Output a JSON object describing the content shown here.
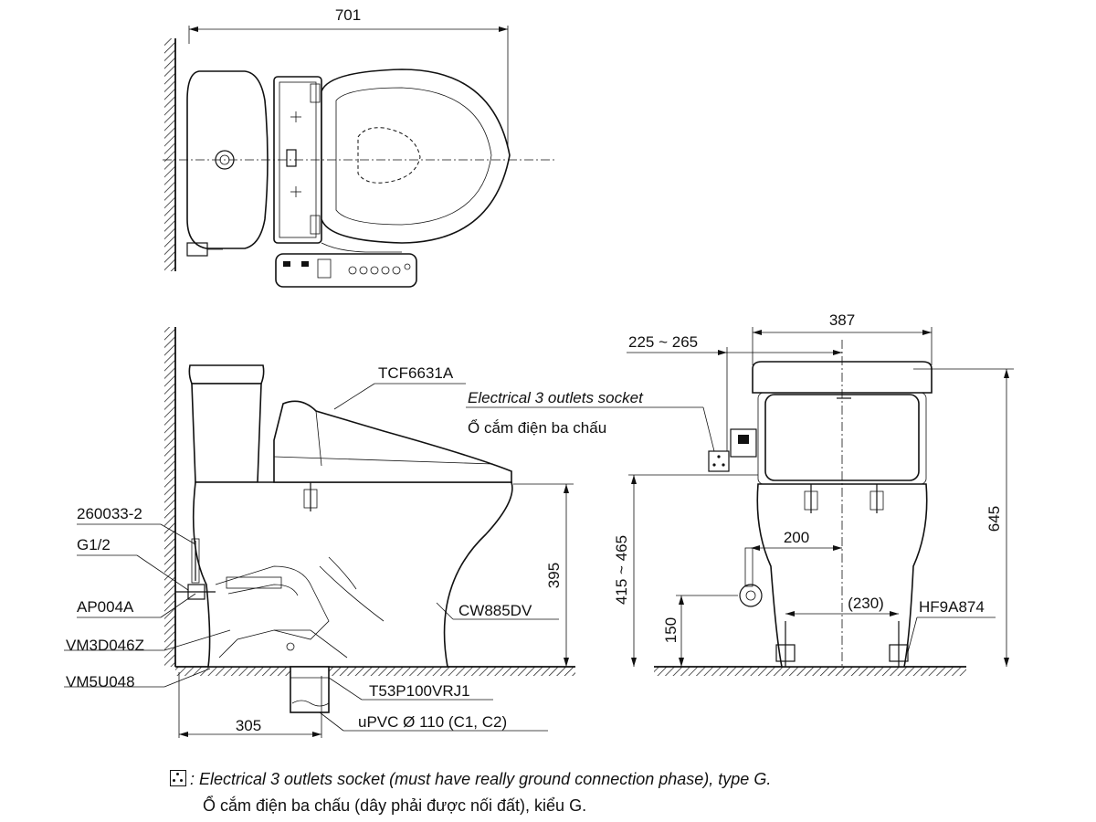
{
  "dimensions": {
    "overall_length": "701",
    "width": "387",
    "socket_offset": "225 ~ 265",
    "seat_height_range": "415 ~ 465",
    "bowl_height": "395",
    "total_height": "645",
    "rough_in": "305",
    "supply_offset": "200",
    "supply_height": "150",
    "bolt_spacing": "(230)"
  },
  "labels": {
    "seat_model": "TCF6631A",
    "socket_en": "Electrical 3 outlets socket",
    "socket_vi": "Ổ cắm điện ba chấu",
    "part_1": "260033-2",
    "thread": "G1/2",
    "part_2": "AP004A",
    "part_3": "VM3D046Z",
    "part_4": "VM5U048",
    "bowl_model": "CW885DV",
    "flange": "T53P100VRJ1",
    "pipe": "uPVC Ø 110 (C1, C2)",
    "bolt_model": "HF9A874"
  },
  "notes": {
    "line_en": ": Electrical 3 outlets socket (must have really ground connection phase), type G.",
    "line_vi": "Ổ cắm điện ba chấu (dây phải được nối đất), kiểu G."
  },
  "icons": [
    "socket-icon",
    "wall-hatch",
    "floor-hatch",
    "flush-button-icon",
    "remote-control-icon"
  ]
}
